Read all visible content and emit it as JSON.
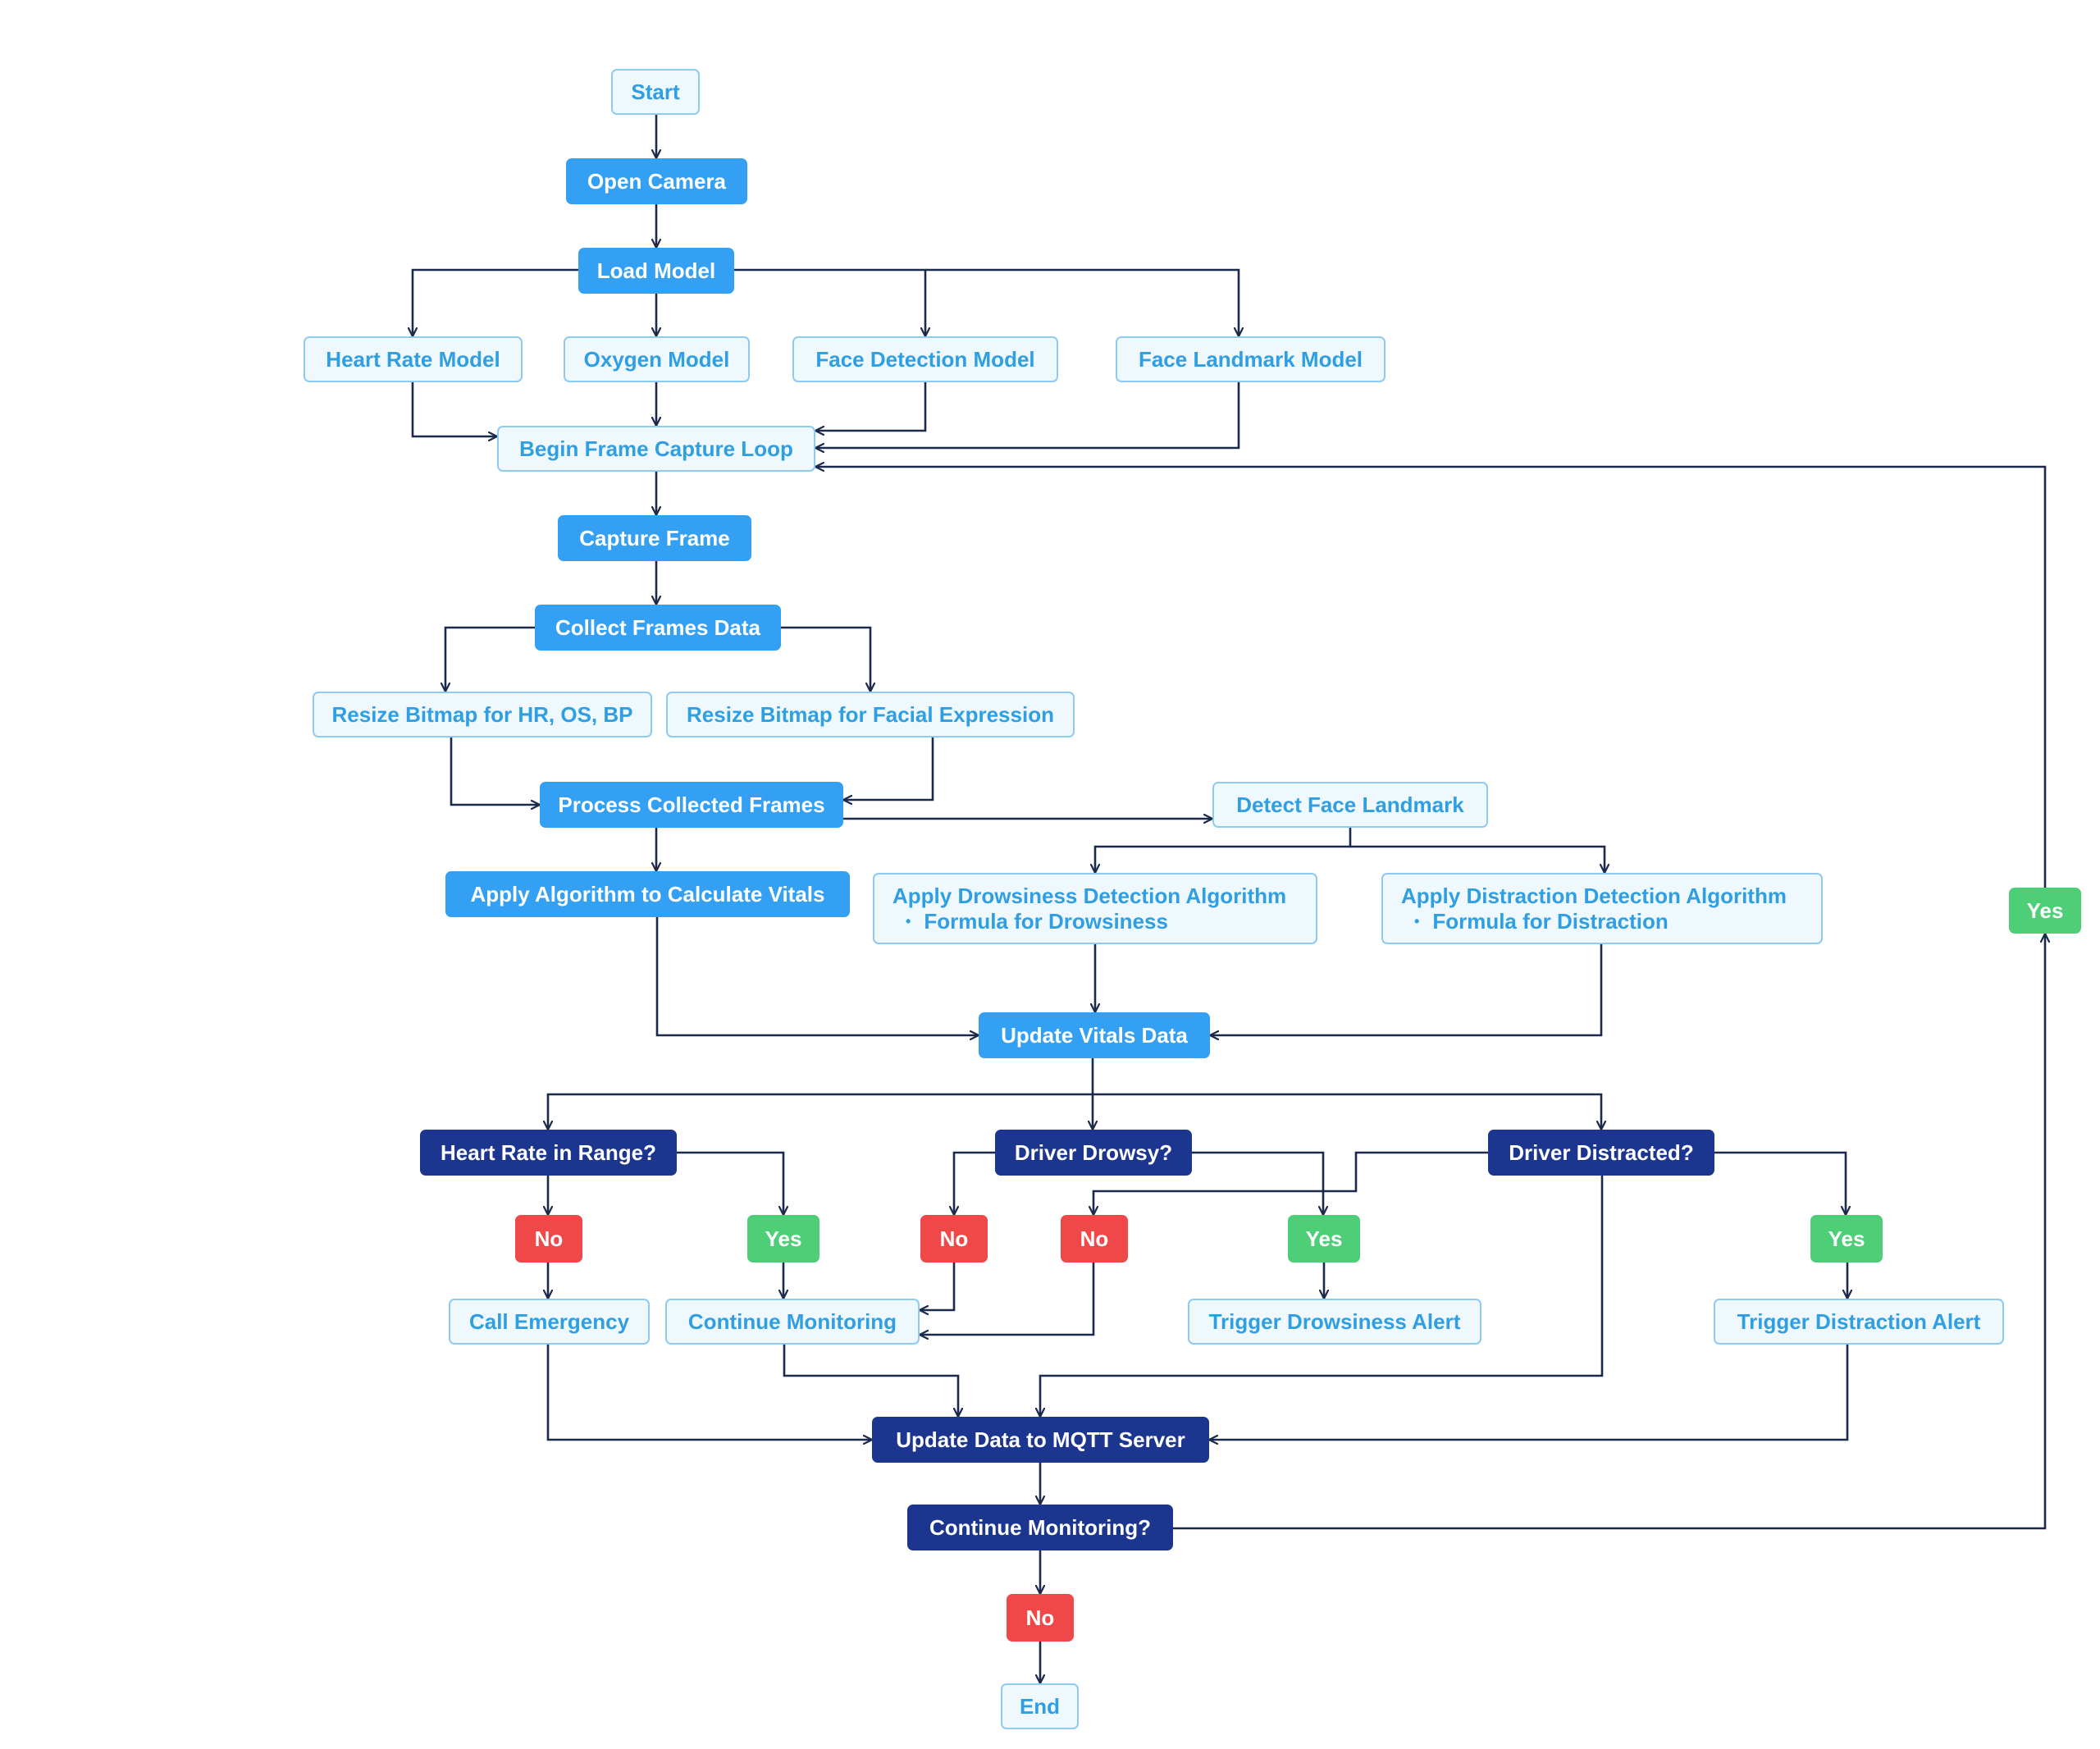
{
  "colors": {
    "connector": "#1b2a4a",
    "light_fill": "#eff8fd",
    "light_border": "#8fcaf0",
    "light_text": "#2f9fe2",
    "blue": "#33a0f3",
    "navy": "#1c3690",
    "no": "#f04848",
    "yes": "#4fce78"
  },
  "nodes": {
    "start": "Start",
    "open_camera": "Open Camera",
    "load_model": "Load Model",
    "heart_rate_model": "Heart Rate Model",
    "oxygen_model": "Oxygen Model",
    "face_detection_model": "Face Detection Model",
    "face_landmark_model": "Face Landmark Model",
    "begin_loop": "Begin Frame Capture Loop",
    "capture_frame": "Capture Frame",
    "collect_frames": "Collect Frames Data",
    "resize_hr": "Resize Bitmap for HR, OS, BP",
    "resize_facial": "Resize Bitmap for Facial Expression",
    "process_frames": "Process Collected Frames",
    "detect_landmark": "Detect Face Landmark",
    "apply_vitals": "Apply Algorithm to Calculate Vitals",
    "drowsiness_algo": "Apply Drowsiness Detection Algorithm",
    "drowsiness_formula": "Formula for Drowsiness",
    "distraction_algo": "Apply Distraction Detection Algorithm",
    "distraction_formula": "Formula for Distraction",
    "loop_yes": "Yes",
    "update_vitals": "Update Vitals Data",
    "hr_in_range": "Heart Rate in Range?",
    "driver_drowsy": "Driver Drowsy?",
    "driver_distracted": "Driver Distracted?",
    "hr_no": "No",
    "hr_yes": "Yes",
    "drowsy_no": "No",
    "distracted_no": "No",
    "drowsy_yes": "Yes",
    "distracted_yes": "Yes",
    "call_emergency": "Call Emergency",
    "continue_monitoring": "Continue Monitoring",
    "trigger_drowsiness": "Trigger Drowsiness Alert",
    "trigger_distraction": "Trigger Distraction Alert",
    "update_mqtt": "Update Data to MQTT Server",
    "continue_q": "Continue Monitoring?",
    "end_no": "No",
    "end": "End"
  }
}
